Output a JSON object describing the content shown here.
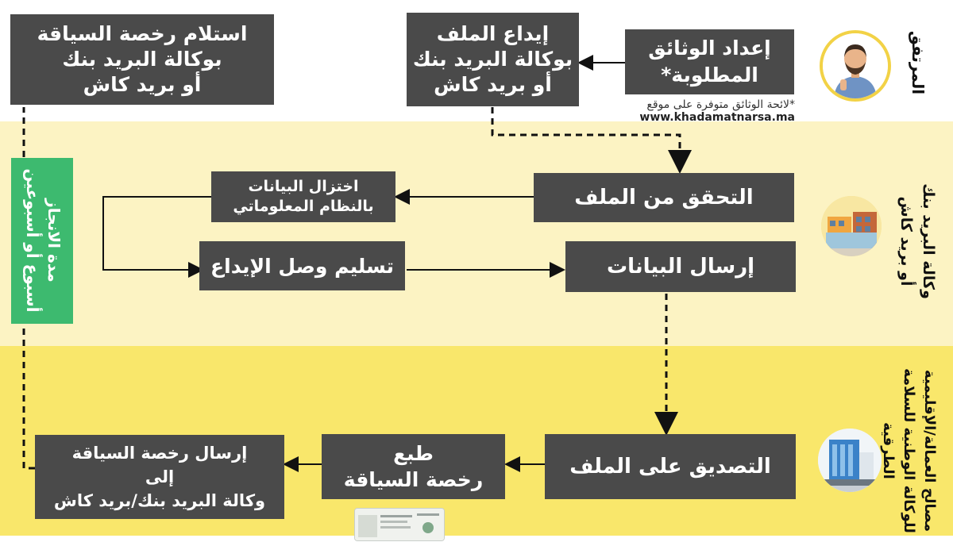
{
  "colors": {
    "band_top": "#ffffff",
    "band_middle": "#fcf3c3",
    "band_bottom": "#f9e76b",
    "box": "#4a4a4a",
    "green": "#3dba6f",
    "circle_ring": "#f2d246"
  },
  "lanes": {
    "user": "المرتفق",
    "post": "وكالة البريد بنك\nأو بريد كاش",
    "services": "مصالح العمالة/الإقليمية\nللوكالة الوطنية للسلامة الطرقية"
  },
  "icons": {
    "user": "user-avatar-icon",
    "post": "post-office-building-icon",
    "services": "government-building-icon",
    "license": "driving-license-card-icon"
  },
  "steps": {
    "prepare_docs": "إعداد الوثائق\nالمطلوبة*",
    "deposit_file": "إيداع الملف\nبوكالة البريد بنك\nأو بريد كاش",
    "receive_license": "استلام رخصة السياقة\nبوكالة البريد بنك\nأو بريد كاش",
    "verify_file": "التحقق من الملف",
    "record_data": "اختزال البيانات\nبالنظام المعلوماتي",
    "send_data": "إرسال البيانات",
    "deposit_receipt": "تسليم وصل الإيداع",
    "approve_file": "التصديق على الملف",
    "print_license": "طبع\nرخصة السياقة",
    "send_license": "إرسال رخصة السياقة\nإلى\nوكالة البريد بنك/بريد كاش"
  },
  "note": {
    "line1": "*لائحة الوثائق متوفرة على موقع",
    "line2": "www.khadamatnarsa.ma"
  },
  "green_badge": "مدة الانجاز\nأسبوع أو أسبوعين"
}
